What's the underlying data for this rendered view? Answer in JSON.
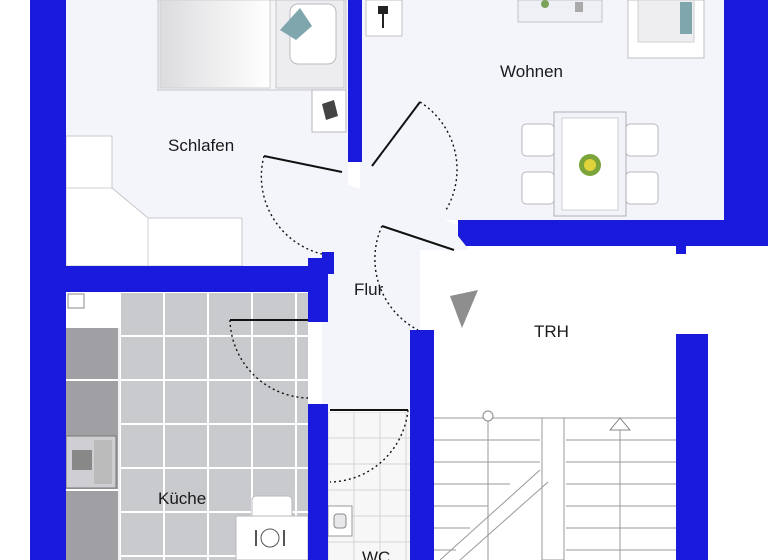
{
  "rooms": {
    "schlafen": "Schlafen",
    "wohnen": "Wohnen",
    "flur": "Flur",
    "trh": "TRH",
    "kueche": "Küche",
    "wc": "WC"
  },
  "colors": {
    "wall": "#1a1adc",
    "floor": "#f4f5fa",
    "tile_dark": "#c9cace",
    "tile_light": "#f7f7f8",
    "furniture": "#f0f0f2",
    "outline": "#9a9a9a",
    "door_leaf": "#111111"
  },
  "icons": [
    "bed-icon",
    "sofa-icon",
    "dining-table-icon",
    "stove-icon",
    "stair-arrow-icon",
    "entrance-arrow-icon",
    "toilet-icon",
    "sink-icon"
  ]
}
